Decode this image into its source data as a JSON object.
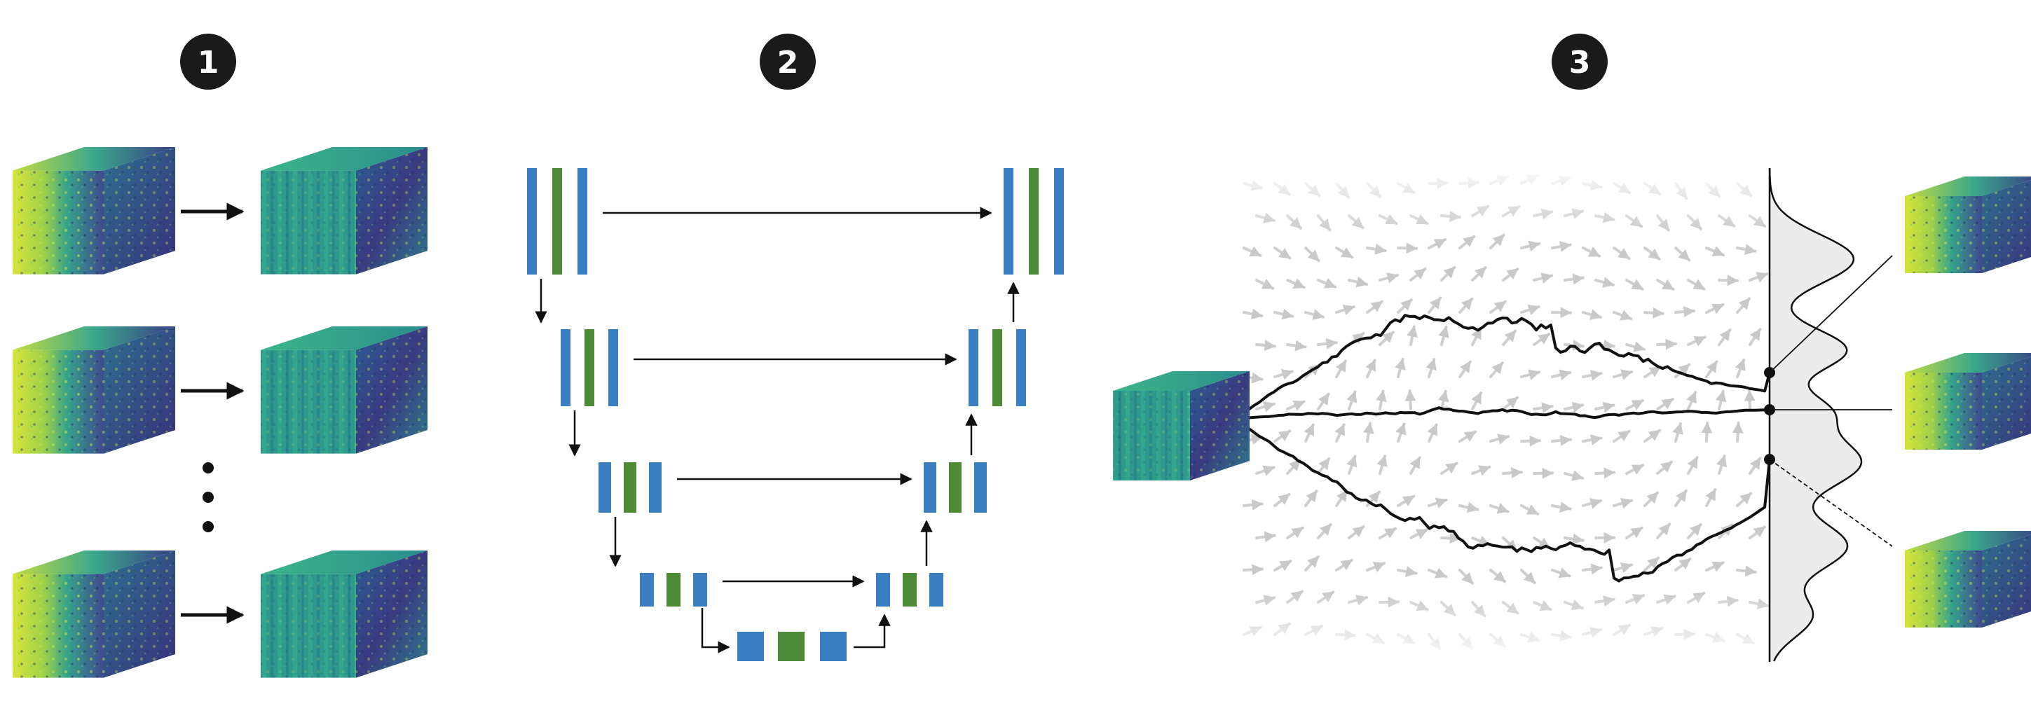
{
  "steps": [
    {
      "number": "1"
    },
    {
      "number": "2"
    },
    {
      "number": "3"
    }
  ],
  "colors": {
    "unet_blue": "#3a7fc1",
    "unet_green": "#4c8a35",
    "arrow": "#111111",
    "badge": "#1a1a1a",
    "vector_field": "#cfcfcf",
    "density_fill": "#ececec",
    "volume_light": "#d7e43a",
    "volume_mid": "#2a9a8e",
    "volume_dark": "#3a2f7a"
  },
  "stage1": {
    "rows": 3,
    "ellipsis": "vertical-dots"
  },
  "stage2": {
    "levels": 4,
    "bottleneck": true,
    "block_pattern": [
      "blue",
      "green",
      "blue"
    ]
  },
  "stage3": {
    "trajectories": 3,
    "samples": 3
  }
}
